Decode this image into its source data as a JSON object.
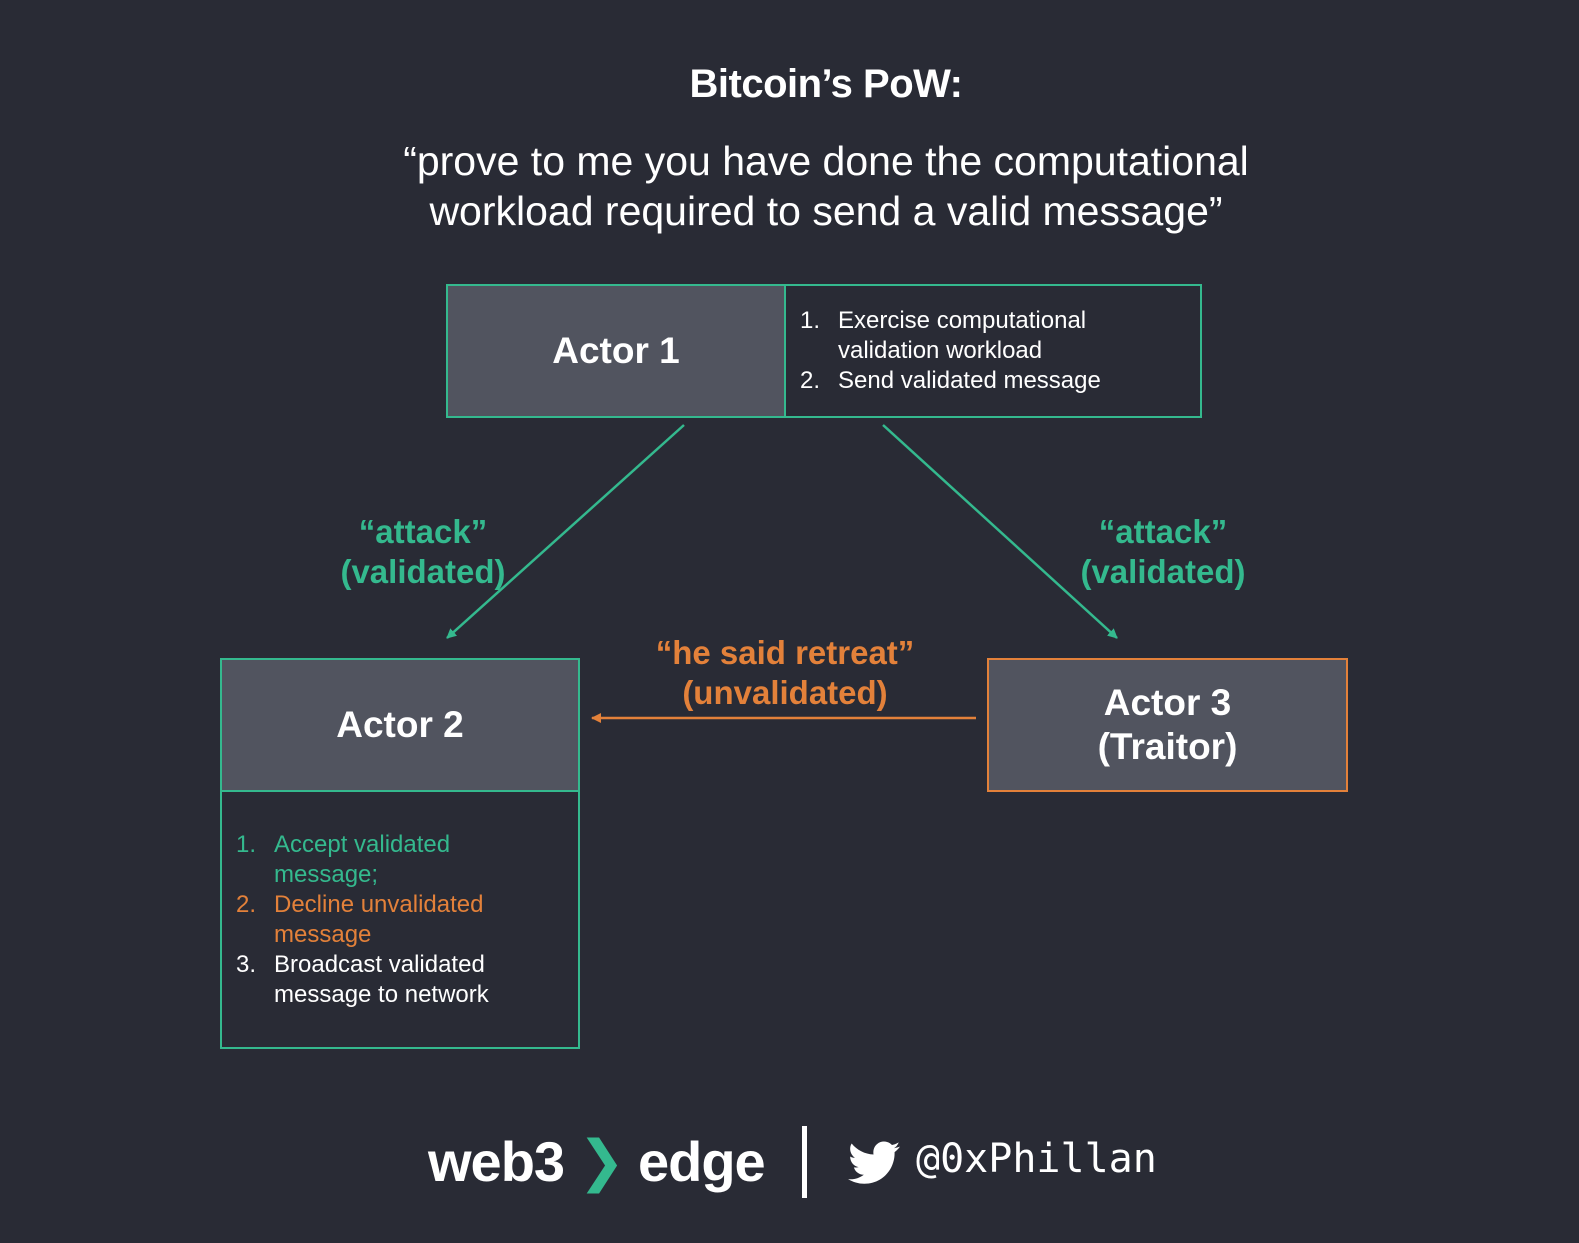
{
  "title": "Bitcoin’s PoW:",
  "quote": {
    "line1": "“prove to me you have done the computational",
    "line2": "workload required to send a valid message”"
  },
  "actor1": {
    "name": "Actor 1",
    "steps": [
      {
        "num": "1.",
        "text": "Exercise computational validation workload"
      },
      {
        "num": "2.",
        "text": "Send validated message"
      }
    ]
  },
  "actor2": {
    "name": "Actor 2",
    "steps": [
      {
        "num": "1.",
        "text": "Accept validated message;"
      },
      {
        "num": "2.",
        "text": "Decline unvalidated message"
      },
      {
        "num": "3.",
        "text": "Broadcast validated message to network"
      }
    ]
  },
  "actor3": {
    "line1": "Actor 3",
    "line2": "(Traitor)"
  },
  "edges": {
    "left": {
      "line1": "“attack”",
      "line2": "(validated)"
    },
    "right": {
      "line1": "“attack”",
      "line2": "(validated)"
    },
    "middle": {
      "line1": "“he said retreat”",
      "line2": "(unvalidated)"
    }
  },
  "footer": {
    "brand_left": "web3",
    "brand_chevron": "❯",
    "brand_right": "edge",
    "handle": "@0xPhillan",
    "icon": "twitter-bird-icon"
  },
  "colors": {
    "background": "#292b35",
    "box_fill": "#51545f",
    "validated": "#34b98e",
    "unvalidated": "#e3813a"
  }
}
